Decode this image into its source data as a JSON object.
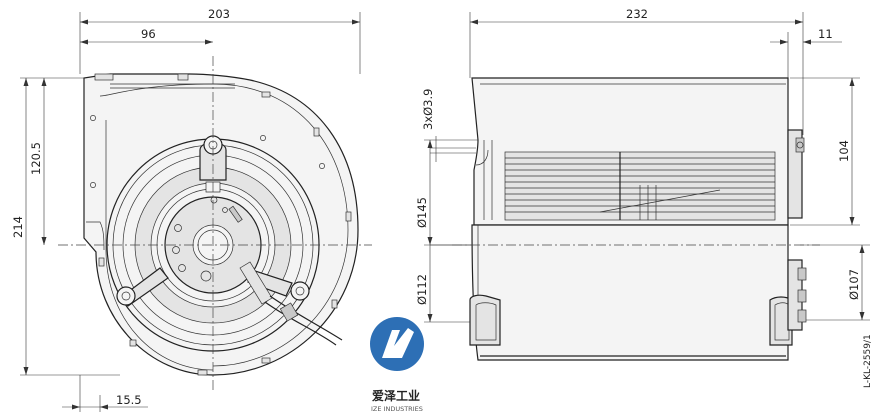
{
  "drawing_code": "L-KL-2559/1",
  "dimensions": {
    "overall_width_front": "203",
    "center_offset": "96",
    "overall_height": "214",
    "center_height": "120.5",
    "bottom_offset": "15.5",
    "overall_width_side": "232",
    "flange_width": "11",
    "outlet_height": "104",
    "holes": "3xØ3.9",
    "diameter_145": "Ø145",
    "diameter_112": "Ø112",
    "diameter_107": "Ø107"
  },
  "watermark": {
    "brand_cn": "爱泽工业",
    "brand_en": "IZE INDUSTRIES",
    "logo_color": "#2d6fb5"
  }
}
